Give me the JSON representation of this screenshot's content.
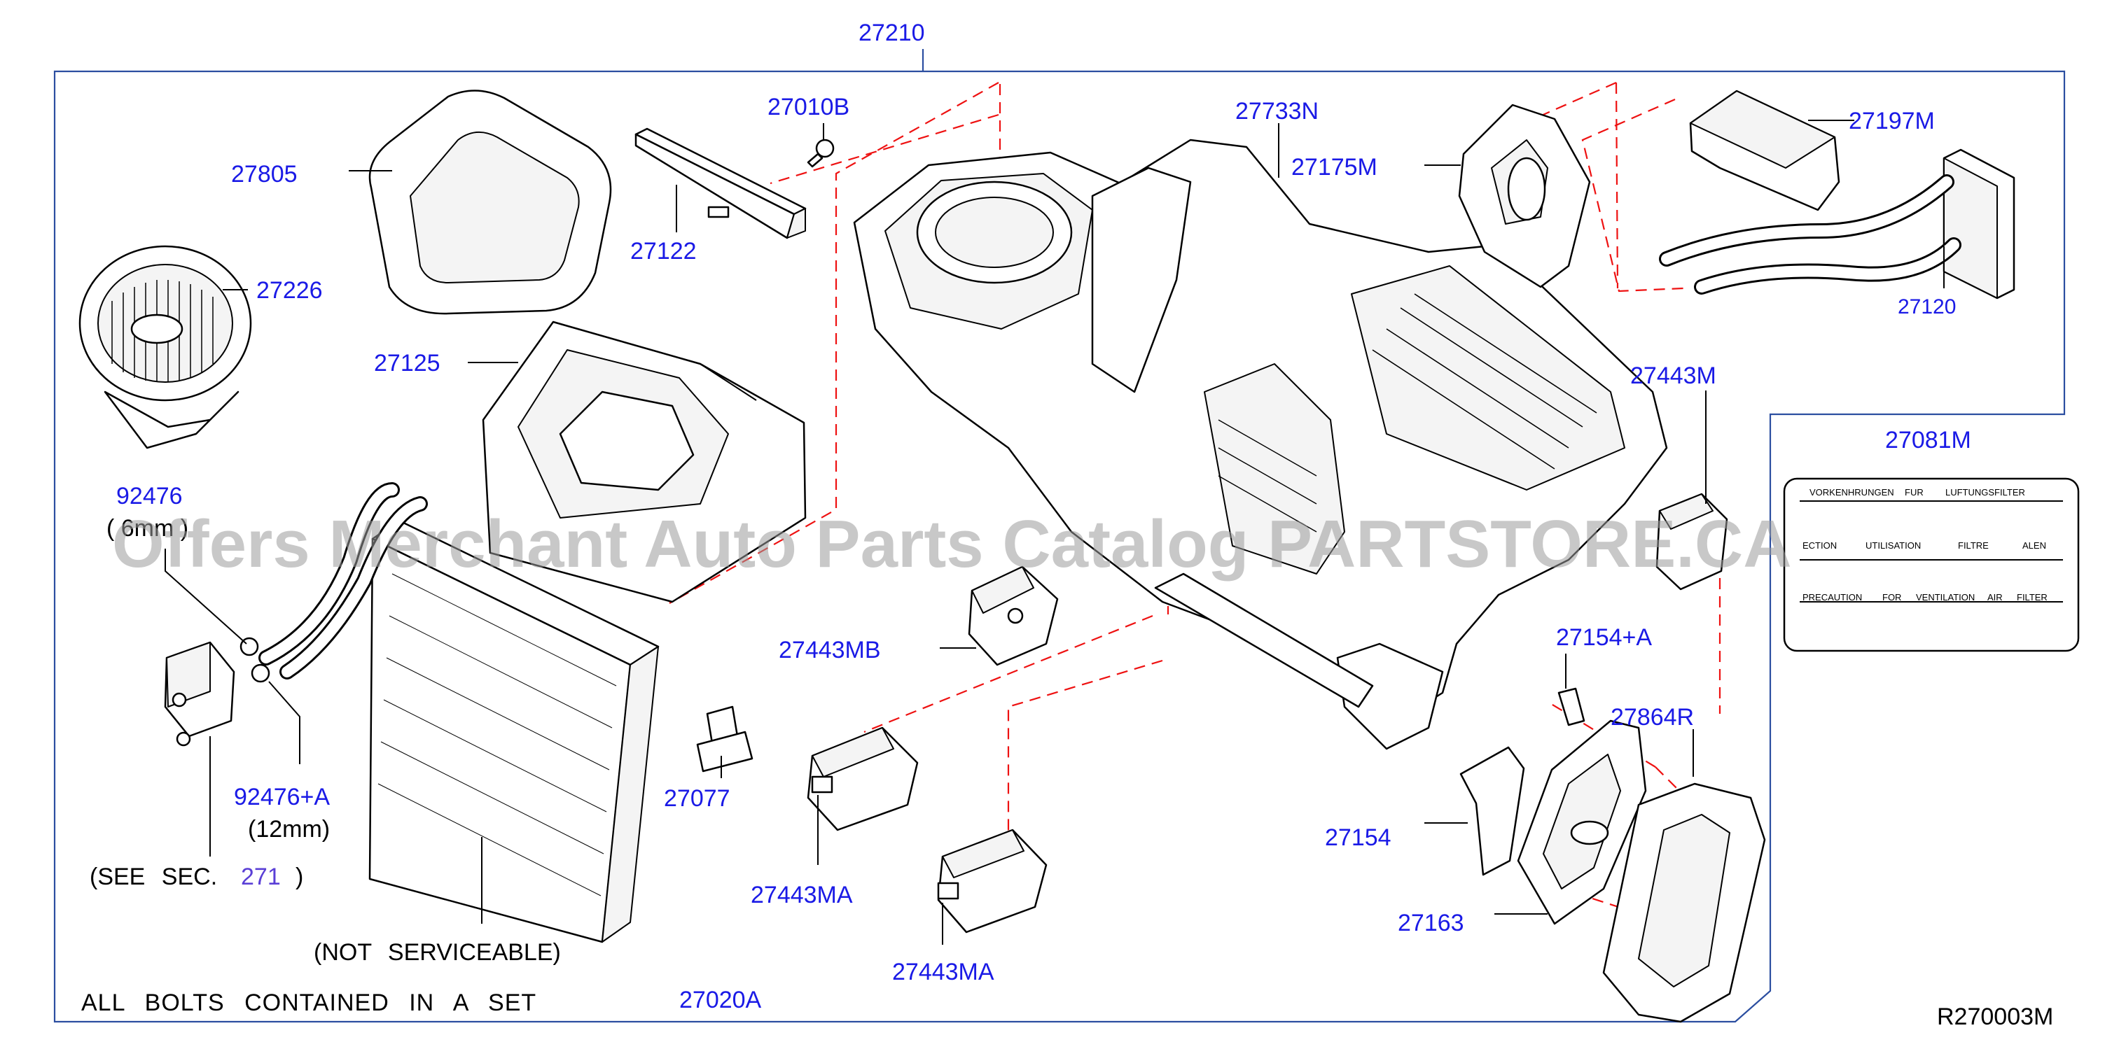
{
  "diagram": {
    "frame_label": "27210",
    "drawing_code": "R270003M",
    "watermark": "Offers Merchant Auto Parts Catalog PARTSTORE.CA",
    "part_numbers": {
      "p27210": "27210",
      "p27010B": "27010B",
      "p27733N": "27733N",
      "p27197M": "27197M",
      "p27805": "27805",
      "p27175M": "27175M",
      "p27122": "27122",
      "p27226": "27226",
      "p27120": "27120",
      "p27125": "27125",
      "p27443M": "27443M",
      "p27081M": "27081M",
      "p92476": "92476",
      "p27443MB": "27443MB",
      "p27154A": "27154+A",
      "p27864R": "27864R",
      "p92476A": "92476+A",
      "p27077": "27077",
      "p27154": "27154",
      "p27443MA_1": "27443MA",
      "p27163": "27163",
      "p27443MA_2": "27443MA",
      "p27020A": "27020A"
    },
    "notes": {
      "size_6mm": "( 6mm )",
      "size_12mm": "(12mm)",
      "see_sec_prefix": "(SEE SEC.",
      "see_sec_ref": "271",
      "see_sec_suffix": ")",
      "not_serviceable": "(NOT SERVICEABLE)",
      "all_bolts": "ALL BOLTS CONTAINED IN A SET"
    },
    "label_plate": {
      "line1_a": "VORKENHRUNGEN",
      "line1_b": "FUR",
      "line1_c": "LUFTUNGSFILTER",
      "line2_a": "ECTION",
      "line2_b": "UTILISATION",
      "line2_c": "FILTRE",
      "line2_d": "ALEN",
      "line3_a": "PRECAUTION",
      "line3_b": "FOR",
      "line3_c": "VENTILATION",
      "line3_d": "AIR",
      "line3_e": "FILTER"
    },
    "colors": {
      "part_number": "#1a1ae6",
      "leader_dash": "#ee1111",
      "frame": "#2b4ea0"
    }
  }
}
